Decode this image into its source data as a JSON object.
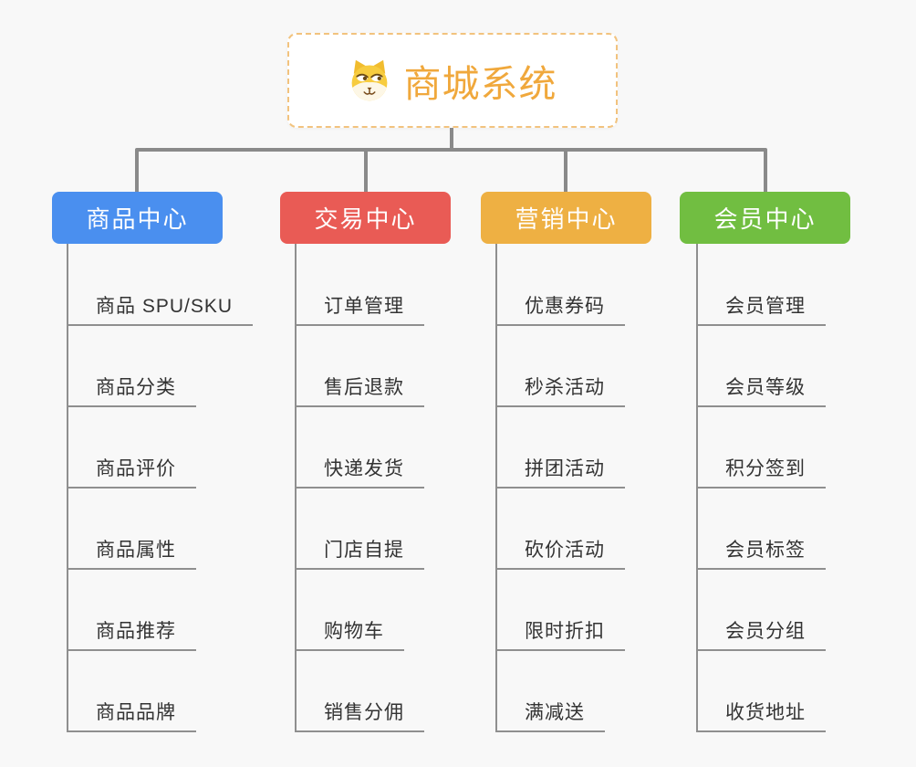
{
  "app": {
    "background_color": "#F8F8F8",
    "connector_color": "#8A8A8A",
    "item_underline_color": "#8F8F8F",
    "item_text_color": "#333333"
  },
  "root": {
    "title": "商城系统",
    "icon": "shiba-dog-icon",
    "text_color": "#F0A83C",
    "border_color": "#F2C37E",
    "background": "#FFFFFF"
  },
  "branches": [
    {
      "label": "商品中心",
      "color": "#4A8FEF",
      "items": [
        "商品 SPU/SKU",
        "商品分类",
        "商品评价",
        "商品属性",
        "商品推荐",
        "商品品牌"
      ]
    },
    {
      "label": "交易中心",
      "color": "#E95B55",
      "items": [
        "订单管理",
        "售后退款",
        "快递发货",
        "门店自提",
        "购物车",
        "销售分佣"
      ]
    },
    {
      "label": "营销中心",
      "color": "#EEB043",
      "items": [
        "优惠券码",
        "秒杀活动",
        "拼团活动",
        "砍价活动",
        "限时折扣",
        "满减送"
      ]
    },
    {
      "label": "会员中心",
      "color": "#71BE41",
      "items": [
        "会员管理",
        "会员等级",
        "积分签到",
        "会员标签",
        "会员分组",
        "收货地址"
      ]
    }
  ]
}
